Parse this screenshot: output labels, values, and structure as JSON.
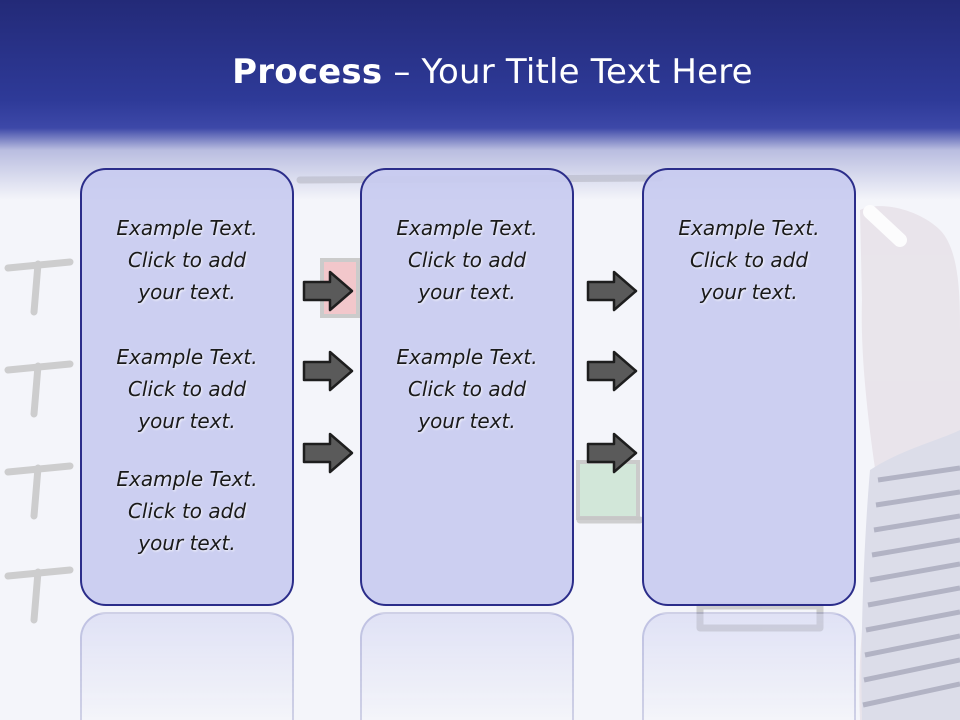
{
  "slide": {
    "title_bold": "Process",
    "title_rest": "– Your Title Text Here",
    "colors": {
      "header": "#2e3a98",
      "box_fill": "#c8cbf0",
      "box_border": "#2b2d8a",
      "arrow": "#5a5a5a"
    }
  },
  "columns": [
    {
      "blocks": [
        {
          "line1": "Example Text.",
          "line2": "Click  to add",
          "line3": "your text."
        },
        {
          "line1": "Example Text.",
          "line2": "Click  to add",
          "line3": "your text."
        },
        {
          "line1": "Example Text.",
          "line2": "Click  to add",
          "line3": "your text."
        }
      ]
    },
    {
      "blocks": [
        {
          "line1": "Example Text.",
          "line2": "Click  to add",
          "line3": "your text."
        },
        {
          "line1": "Example Text.",
          "line2": "Click  to add",
          "line3": "your text."
        }
      ]
    },
    {
      "blocks": [
        {
          "line1": "Example Text.",
          "line2": "Click  to add",
          "line3": "your text."
        }
      ]
    }
  ],
  "icons": {
    "arrow": "right-arrow-icon"
  }
}
